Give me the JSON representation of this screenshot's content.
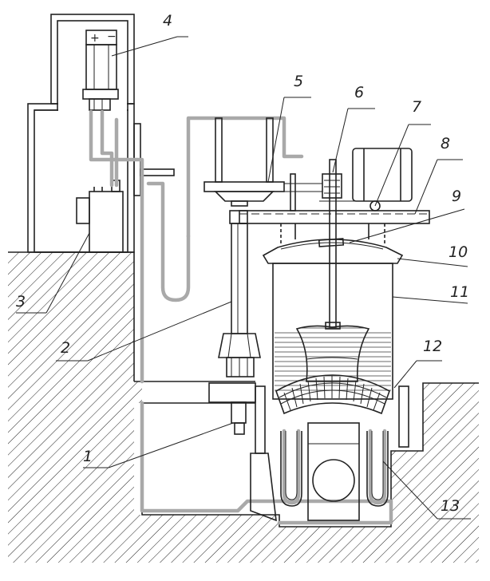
{
  "labels": [
    "1",
    "2",
    "3",
    "4",
    "5",
    "6",
    "7",
    "8",
    "9",
    "10",
    "11",
    "12",
    "13"
  ],
  "colors": {
    "line": "#222222",
    "pipe": "#a9a9a9",
    "hatch": "#222222",
    "fill": "#c9c9c9"
  },
  "battery_signs": {
    "plus": "+",
    "minus": "−"
  }
}
